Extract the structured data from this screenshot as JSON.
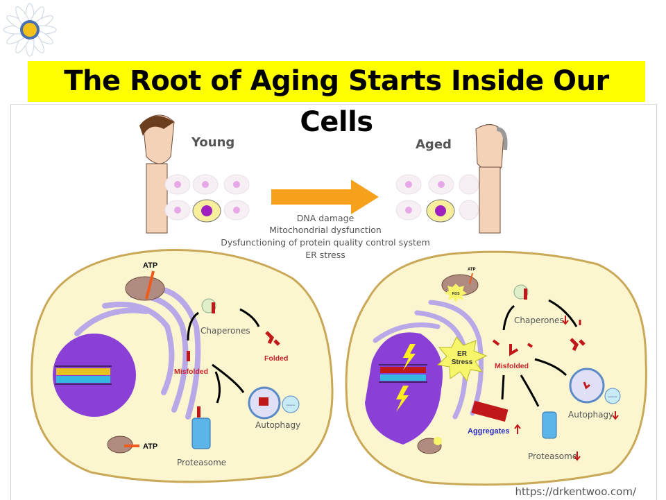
{
  "title": "The Root of Aging Starts Inside Our Cells",
  "credit": "https://drkentwoo.com/",
  "top": {
    "young_label": "Young",
    "aged_label": "Aged",
    "causes": [
      "DNA damage",
      "Mitochondrial dysfunction",
      "Dysfunctioning of protein quality control system",
      "ER stress"
    ]
  },
  "young_cell": {
    "atp_top": "ATP",
    "atp_bottom": "ATP",
    "chaperones": "Chaperones",
    "folded": "Folded",
    "misfolded": "Misfolded",
    "autophagy": "Autophagy",
    "lysosome": "lysosome",
    "proteasome": "Proteasome"
  },
  "aged_cell": {
    "atp": "ATP",
    "ros": "ROS",
    "er_stress_1": "ER",
    "er_stress_2": "Stress",
    "chaperones": "Chaperones",
    "misfolded": "Misfolded",
    "aggregates": "Aggregates",
    "autophagy": "Autophagy",
    "lysosome": "lysosome",
    "proteasome": "Proteasome"
  },
  "colors": {
    "title_bg": "#ffff00",
    "cell_fill": "#fbf6cf",
    "cell_border": "#c9a857",
    "nucleus": "#8a3fd6",
    "er": "#b9a8e8",
    "red_label": "#cc1f2a",
    "blue_label": "#2a2fbf",
    "arrow_orange": "#f5a11c"
  }
}
